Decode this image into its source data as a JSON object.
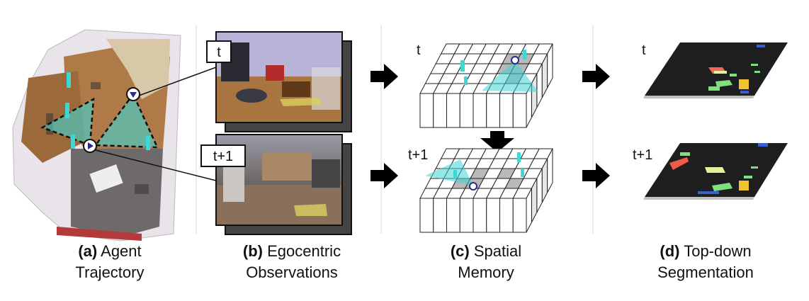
{
  "panels": [
    {
      "id": "a",
      "tag": "(a)",
      "line1": "Agent",
      "line2": "Trajectory"
    },
    {
      "id": "b",
      "tag": "(b)",
      "line1": "Egocentric",
      "line2": "Observations"
    },
    {
      "id": "c",
      "tag": "(c)",
      "line1": "Spatial",
      "line2": "Memory"
    },
    {
      "id": "d",
      "tag": "(d)",
      "line1": "Top-down",
      "line2": "Segmentation"
    }
  ],
  "time_labels": {
    "t": "t",
    "t1": "t+1"
  },
  "colors": {
    "fov": "#3fd6d6",
    "arrow": "#000000",
    "grid_line": "#222222",
    "map_bg": "#1e1e1e",
    "seg_green": "#7ee07e",
    "seg_yellow": "#f2c230",
    "seg_red": "#f05a4a",
    "seg_blue": "#3a5fd0"
  }
}
